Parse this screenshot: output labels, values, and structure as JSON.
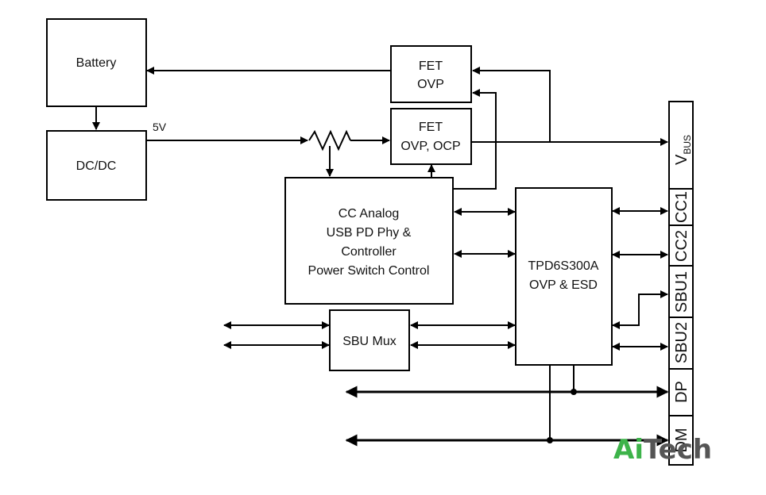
{
  "blocks": {
    "battery": "Battery",
    "dcdc": "DC/DC",
    "fet_ovp": [
      "FET",
      "OVP"
    ],
    "fet_ovp_ocp": [
      "FET",
      "OVP, OCP"
    ],
    "cc_analog": [
      "CC Analog",
      "USB PD Phy &",
      "Controller",
      "Power Switch Control"
    ],
    "tpd": [
      "TPD6S300A",
      "OVP & ESD"
    ],
    "sbu_mux": "SBU Mux"
  },
  "labels": {
    "voltage": "5V"
  },
  "connector": {
    "vbus_main": "V",
    "vbus_sub": "BUS",
    "pins": [
      "CC1",
      "CC2",
      "SBU1",
      "SBU2",
      "DP",
      "DM"
    ]
  },
  "watermark": {
    "part1": "Ai",
    "part2": "Tech",
    "color1": "#3db34a",
    "color2": "#555555"
  }
}
